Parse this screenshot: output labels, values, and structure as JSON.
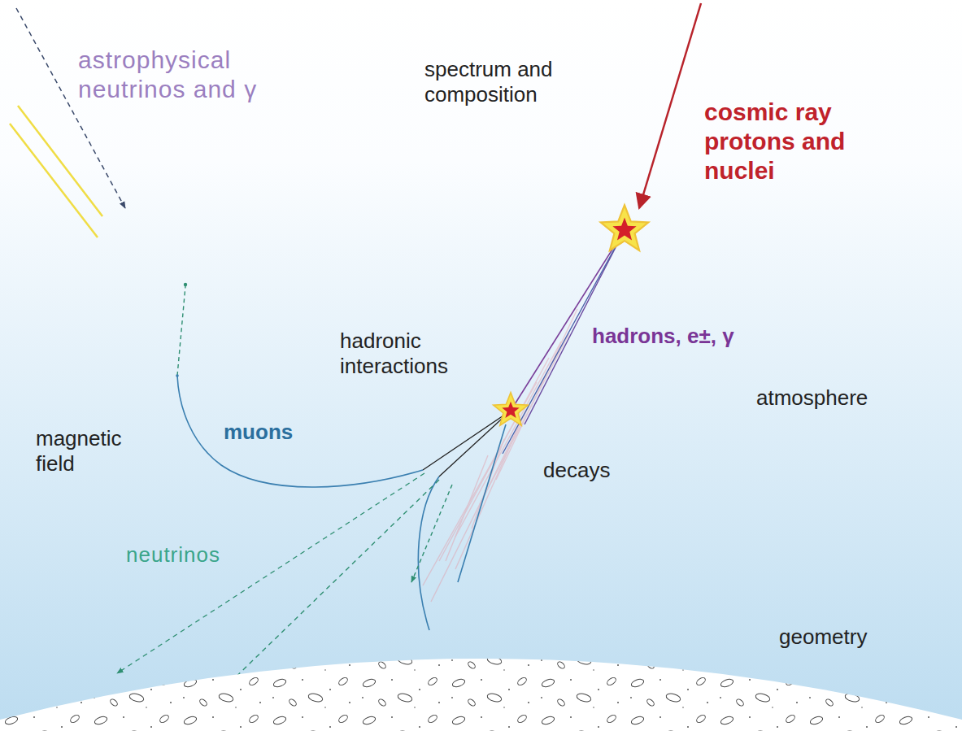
{
  "diagram": {
    "labels": [
      "astrophysical neutrinos and γ",
      "spectrum and composition",
      "cosmic ray protons and nuclei",
      "hadrons, e±, γ",
      "hadronic interactions",
      "atmosphere",
      "magnetic field",
      "muons",
      "decays",
      "neutrinos",
      "geometry"
    ]
  }
}
